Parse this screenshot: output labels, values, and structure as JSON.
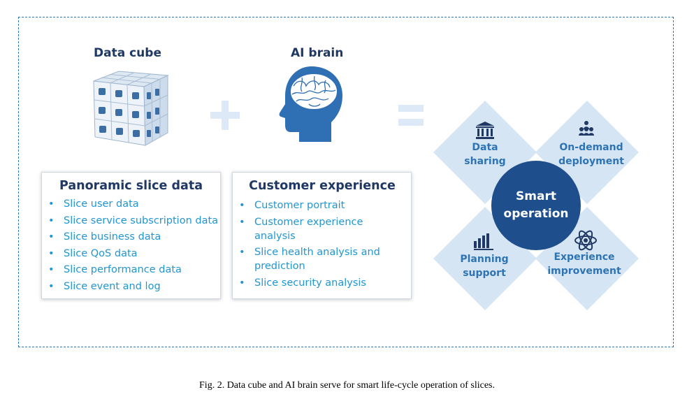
{
  "data_cube": {
    "title": "Data cube"
  },
  "ai_brain": {
    "title": "AI brain"
  },
  "panoramic": {
    "title": "Panoramic slice data",
    "items": [
      "Slice user data",
      "Slice service subscription data",
      "Slice business data",
      "Slice QoS data",
      "Slice performance data",
      "Slice event and log"
    ]
  },
  "customer": {
    "title": "Customer experience",
    "items": [
      "Customer portrait",
      "Customer experience analysis",
      "Slice health analysis and prediction",
      "Slice security analysis"
    ]
  },
  "operators": {
    "plus": "+",
    "equals": "="
  },
  "smart": {
    "center": "Smart operation",
    "petals": {
      "data_sharing": "Data sharing",
      "on_demand": "On-demand deployment",
      "planning": "Planning support",
      "experience": "Experience improvement"
    },
    "icons": [
      "bank-icon",
      "people-group-icon",
      "bar-chart-icon",
      "atom-icon"
    ]
  },
  "colors": {
    "navy": "#1f3864",
    "bullet_blue": "#2196d3",
    "petal": "#d5e5f4",
    "center": "#1f4e8c",
    "operator": "#dde9f6",
    "frame": "#2e75b6"
  },
  "caption": "Fig. 2. Data cube and AI brain serve for smart life-cycle operation of slices."
}
